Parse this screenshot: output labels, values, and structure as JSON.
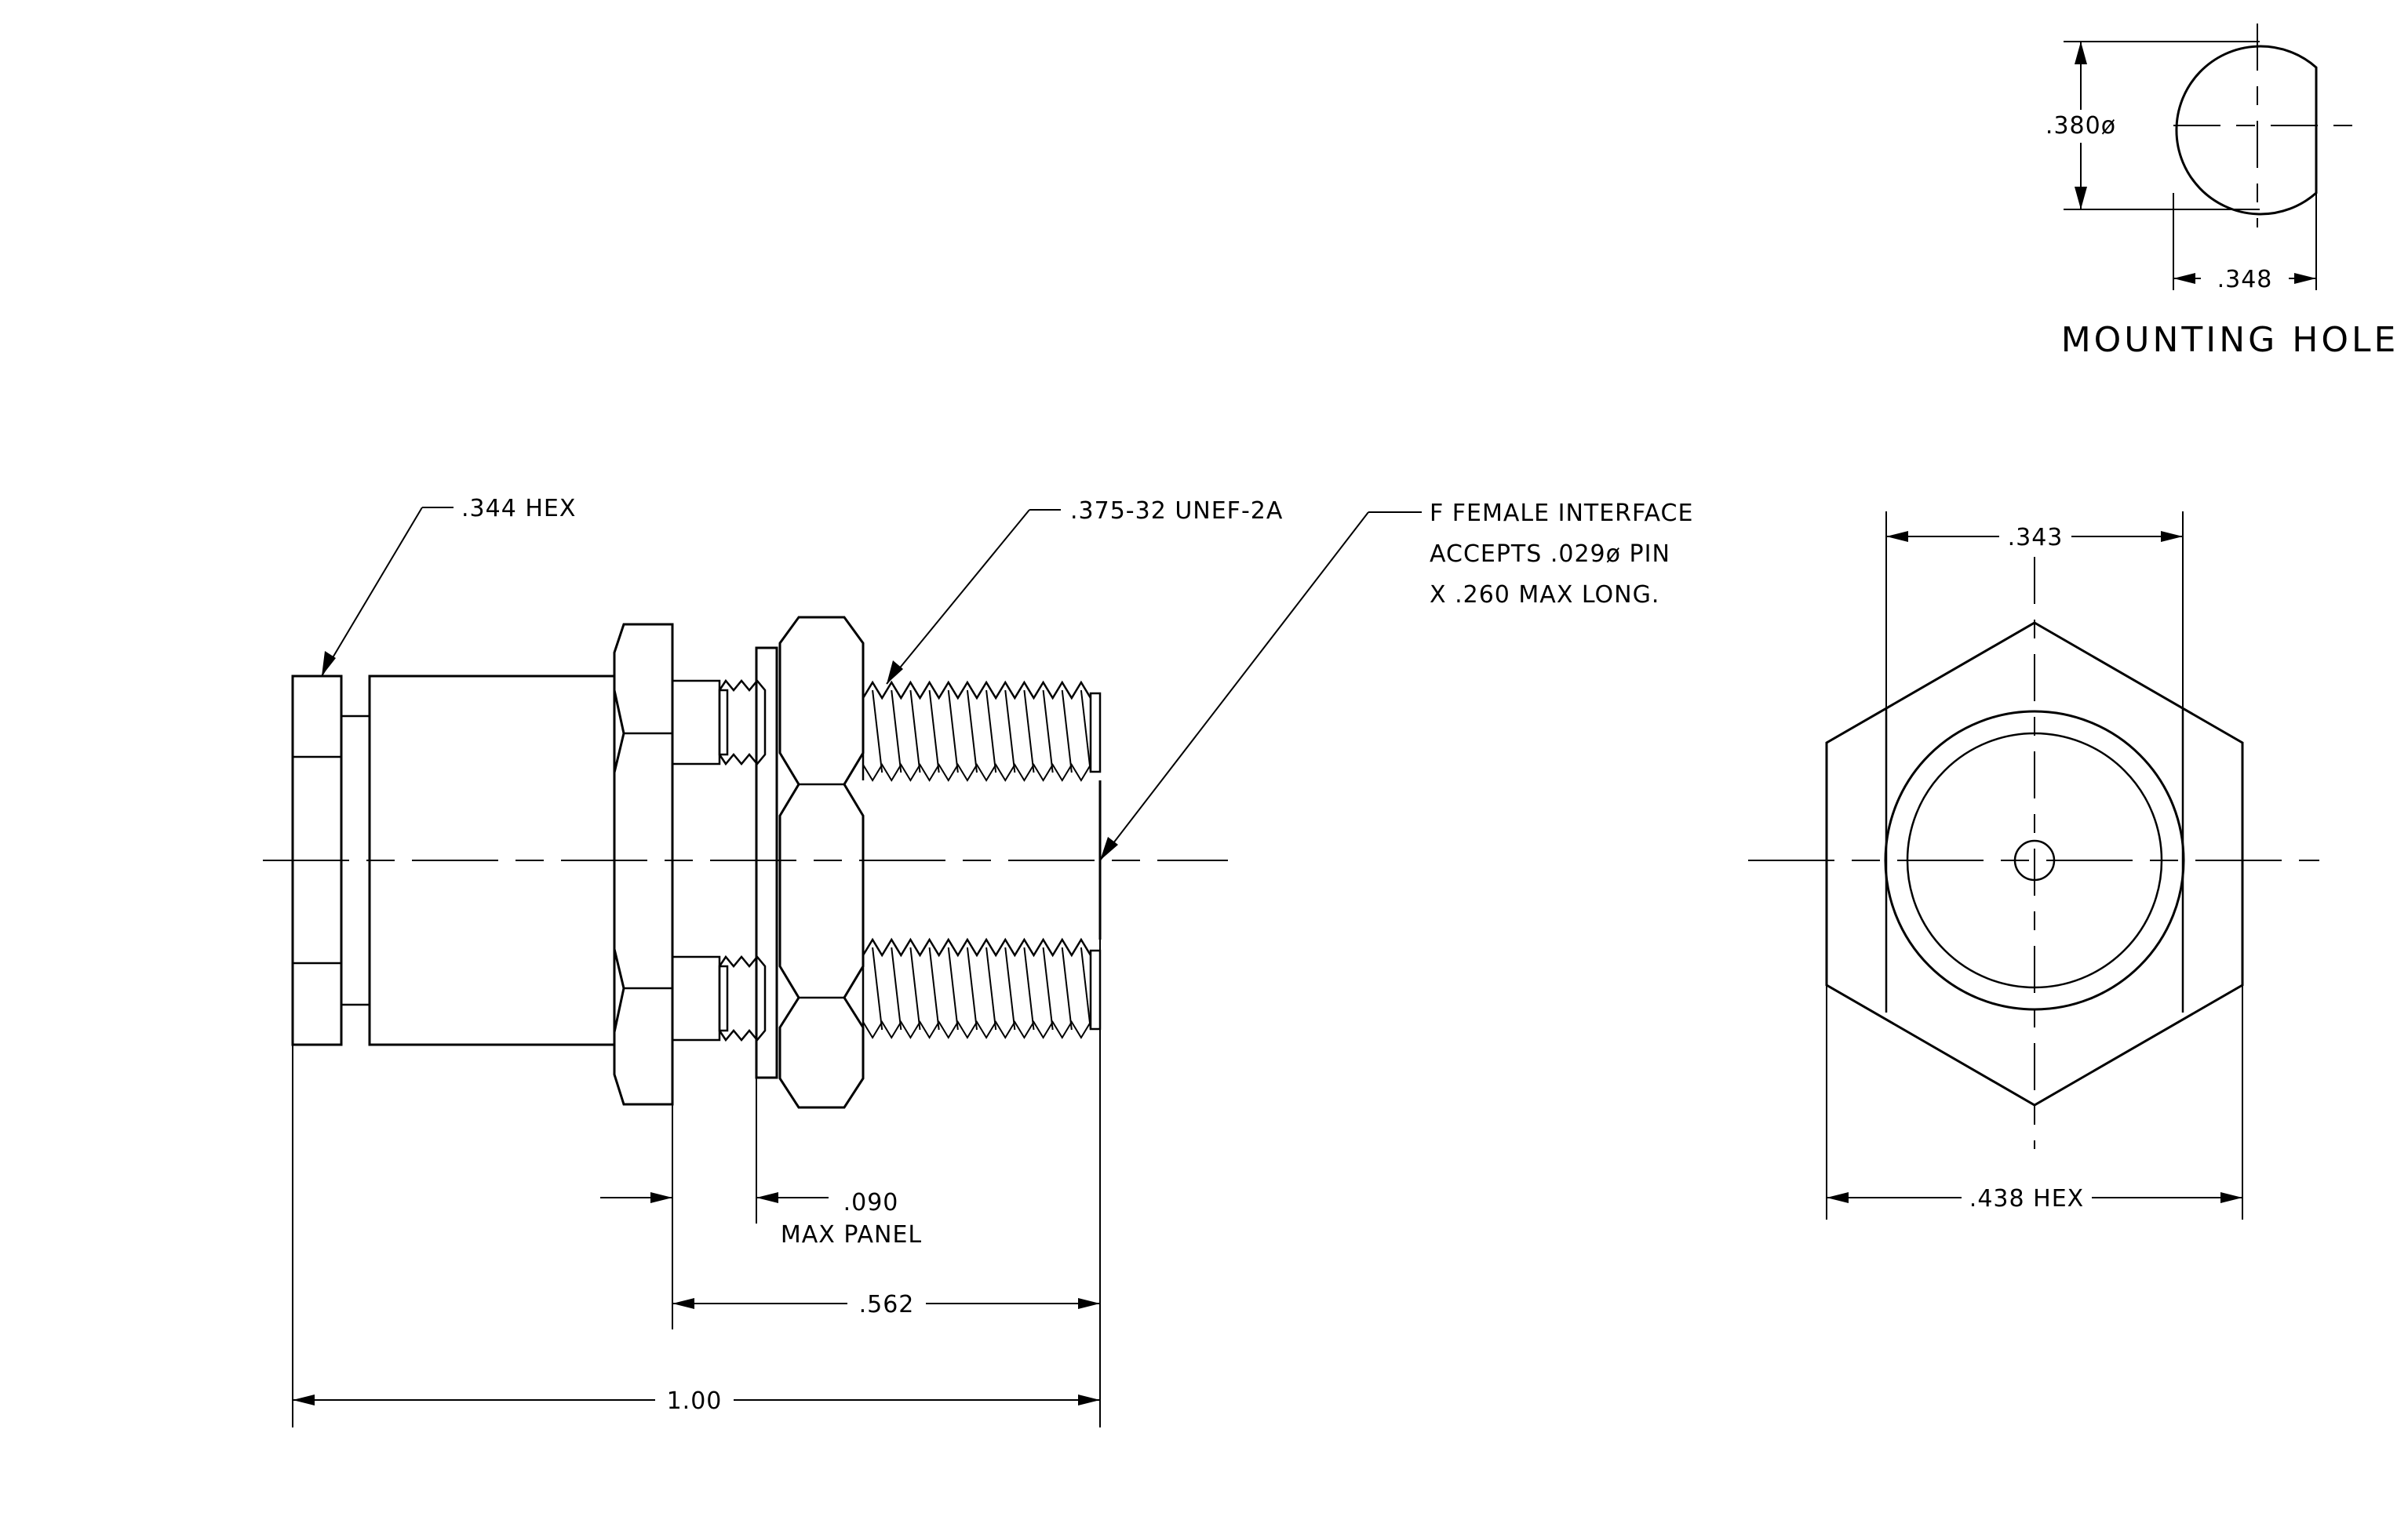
{
  "mounting_hole": {
    "title": "MOUNTING HOLE",
    "diameter_label": ".380ø",
    "flat_label": ".348"
  },
  "side_view": {
    "hex_callout": ".344 HEX",
    "thread_callout": ".375-32 UNEF-2A",
    "interface_line1": "F FEMALE INTERFACE",
    "interface_line2": "ACCEPTS .029ø PIN",
    "interface_line3": "X .260 MAX LONG.",
    "panel_dim": ".090",
    "panel_label": "MAX PANEL",
    "thread_length_dim": ".562",
    "overall_length_dim": "1.00"
  },
  "end_view": {
    "width_dim": ".343",
    "hex_dim": ".438 HEX"
  },
  "colors": {
    "ink": "#000000",
    "background": "#ffffff"
  }
}
